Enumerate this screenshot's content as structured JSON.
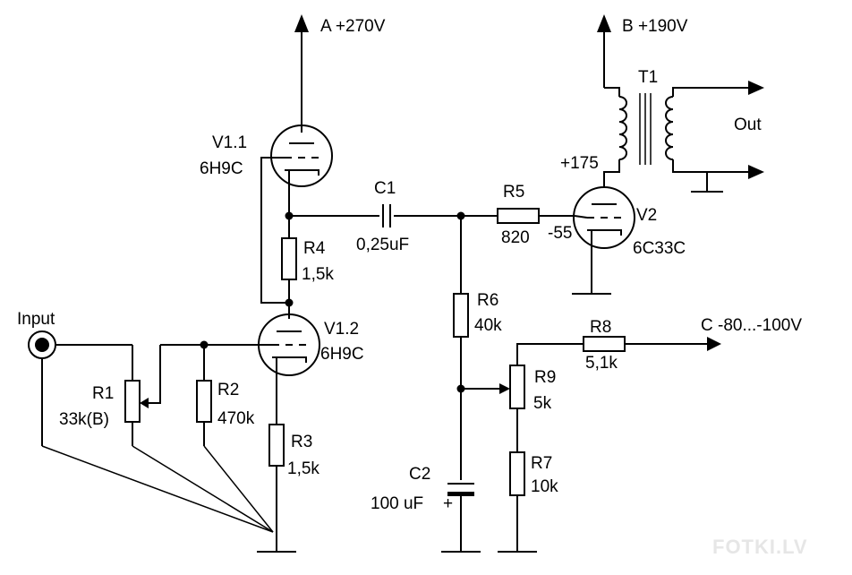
{
  "labels": {
    "supply_a": "A +270V",
    "supply_b": "B +190V",
    "v11_ref": "V1.1",
    "v11_type": "6H9C",
    "v12_ref": "V1.2",
    "v12_type": "6H9C",
    "v2_ref": "V2",
    "v2_type": "6C33C",
    "t1_ref": "T1",
    "out": "Out",
    "plate_v": "+175",
    "grid_v": "-55",
    "c1_ref": "C1",
    "c1_val": "0,25uF",
    "c2_ref": "C2",
    "c2_val": "100 uF",
    "c2_plus": "+",
    "r1_ref": "R1",
    "r1_val": "33k(B)",
    "r2_ref": "R2",
    "r2_val": "470k",
    "r3_ref": "R3",
    "r3_val": "1,5k",
    "r4_ref": "R4",
    "r4_val": "1,5k",
    "r5_ref": "R5",
    "r5_val": "820",
    "r6_ref": "R6",
    "r6_val": "40k",
    "r7_ref": "R7",
    "r7_val": "10k",
    "r8_ref": "R8",
    "r8_val": "5,1k",
    "r9_ref": "R9",
    "r9_val": "5k",
    "bias_c": "C -80...-100V",
    "input": "Input",
    "watermark": "FOTKI.LV"
  }
}
